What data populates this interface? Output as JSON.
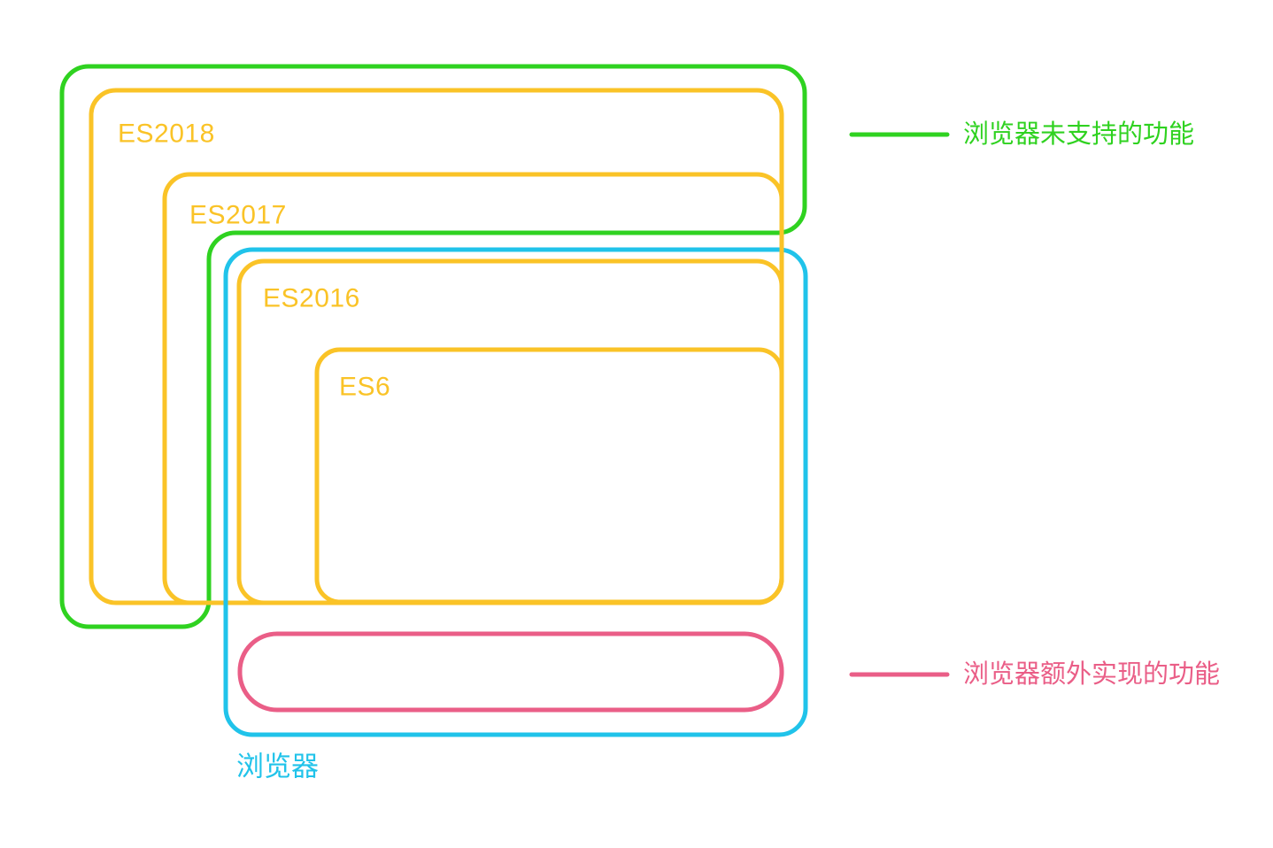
{
  "colors": {
    "green": "#2fd220",
    "yellow": "#fac327",
    "blue": "#20c3ea",
    "pink": "#ea5e87",
    "background": "#ffffff"
  },
  "sets": {
    "es2018": "ES2018",
    "es2017": "ES2017",
    "es2016": "ES2016",
    "es6": "ES6",
    "browser": "浏览器"
  },
  "legend": {
    "unsupported": {
      "label": "浏览器未支持的功能"
    },
    "extra": {
      "label": "浏览器额外实现的功能"
    }
  }
}
